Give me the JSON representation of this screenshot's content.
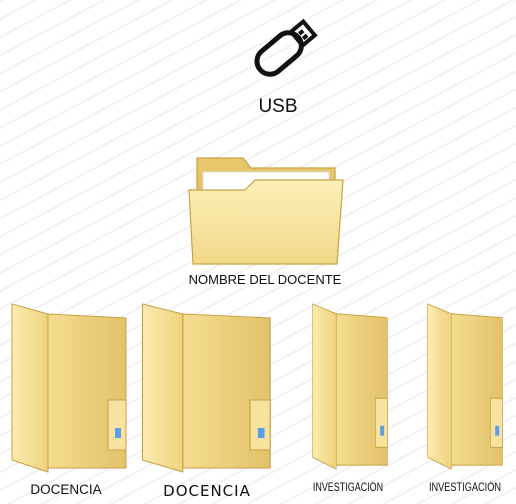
{
  "usb": {
    "label": "USB",
    "icon": "usb-drive-icon"
  },
  "main_folder": {
    "label": "NOMBRE DEL DOCENTE",
    "icon": "folder-icon"
  },
  "subfolders": [
    {
      "label": "DOCENCIA",
      "icon": "folder-open-icon"
    },
    {
      "label": "DOCENCIA",
      "icon": "folder-open-icon"
    },
    {
      "label": "INVESTIGACIÓN",
      "icon": "folder-open-icon"
    },
    {
      "label": "INVESTIGACIÓN",
      "icon": "folder-open-icon"
    }
  ],
  "colors": {
    "folder_light": "#fae9a6",
    "folder_mid": "#efd27d",
    "folder_dark": "#d6b455",
    "folder_edge": "#c9a245"
  }
}
